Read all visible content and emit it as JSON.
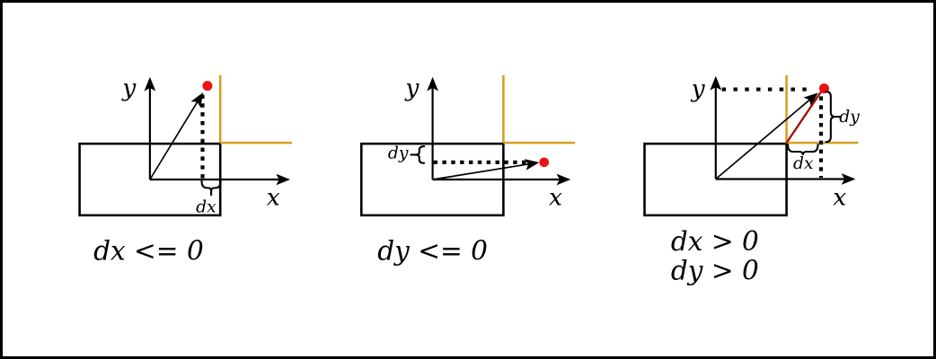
{
  "colors": {
    "line": "#000000",
    "boundary": "#d5a021",
    "point": "#ee1111",
    "segment": "#a40d0d",
    "background": "#ffffff"
  },
  "panels": [
    {
      "caption": "dx <= 0",
      "y_axis_label": "y",
      "x_axis_label": "x",
      "dx_label": "dx"
    },
    {
      "caption": "dy <= 0",
      "y_axis_label": "y",
      "x_axis_label": "x",
      "dy_label": "dy"
    },
    {
      "caption_line1": "dx > 0",
      "caption_line2": "dy > 0",
      "y_axis_label": "y",
      "x_axis_label": "x",
      "dx_label": "dx",
      "dy_label": "dy"
    }
  ]
}
